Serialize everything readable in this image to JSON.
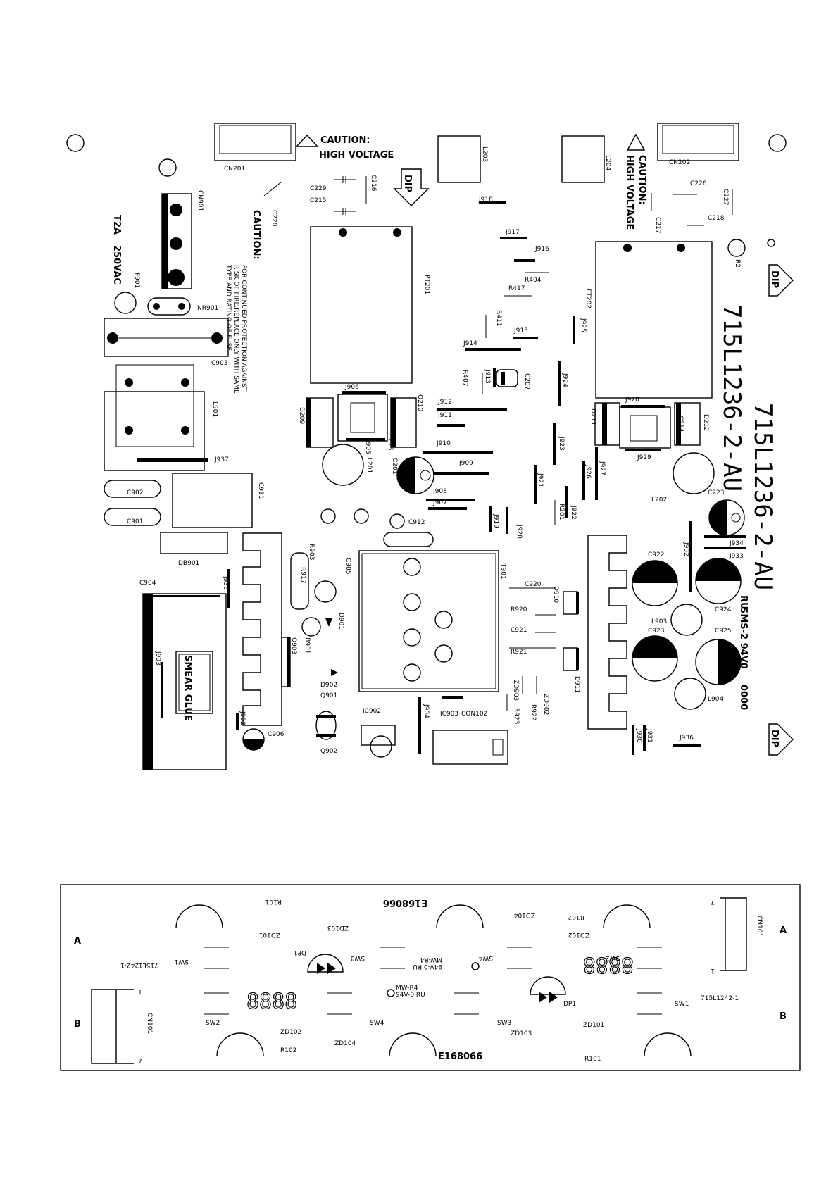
{
  "main_board": {
    "caution_left": [
      "CAUTION:",
      "HIGH VOLTAGE"
    ],
    "caution_right": [
      "CAUTION:",
      "HIGH VOLTAGE"
    ],
    "fuse_note_title": "CAUTION:",
    "fuse_note_lines": [
      "FOR CONTINUED PROTECTION AGAINST",
      "RISK OF FIRE,REPLACE ONLY WITH SAME",
      "TYPE AND RATING OF FUSE."
    ],
    "fuse_rating": [
      "T2A",
      "250VAC"
    ],
    "board_code_1": "715L1236-2-AU",
    "board_code_2": "715L1236-2-AU",
    "dip_marks": [
      "DIP",
      "DIP",
      "DIP"
    ],
    "smear_glue": "SMEAR GLUE",
    "cert_text": "SMS-2 94V0",
    "cert_prefix": "RU",
    "counter_text": "0000",
    "labels": [
      {
        "id": "cn201",
        "text": "CN201"
      },
      {
        "id": "cn202",
        "text": "CN202"
      },
      {
        "id": "l203",
        "text": "L203"
      },
      {
        "id": "l204",
        "text": "L204"
      },
      {
        "id": "c229",
        "text": "C229"
      },
      {
        "id": "c216",
        "text": "C216"
      },
      {
        "id": "c215",
        "text": "C215"
      },
      {
        "id": "c228",
        "text": "C228"
      },
      {
        "id": "c226",
        "text": "C226"
      },
      {
        "id": "c227",
        "text": "C227"
      },
      {
        "id": "c217",
        "text": "C217"
      },
      {
        "id": "c218",
        "text": "C218"
      },
      {
        "id": "j918",
        "text": "J918"
      },
      {
        "id": "j917",
        "text": "J917"
      },
      {
        "id": "j916",
        "text": "J916"
      },
      {
        "id": "r404",
        "text": "R404"
      },
      {
        "id": "r417",
        "text": "R417"
      },
      {
        "id": "r411",
        "text": "R411"
      },
      {
        "id": "j915",
        "text": "J915"
      },
      {
        "id": "j914",
        "text": "J914"
      },
      {
        "id": "r407",
        "text": "R407"
      },
      {
        "id": "j913",
        "text": "J913"
      },
      {
        "id": "c207",
        "text": "C207"
      },
      {
        "id": "pt201",
        "text": "PT201"
      },
      {
        "id": "pt202",
        "text": "PT202"
      },
      {
        "id": "j925",
        "text": "J925"
      },
      {
        "id": "j924",
        "text": "J924"
      },
      {
        "id": "r2",
        "text": "R2"
      },
      {
        "id": "cn901",
        "text": "CN901"
      },
      {
        "id": "f901",
        "text": "F901"
      },
      {
        "id": "nr901",
        "text": "NR901"
      },
      {
        "id": "c903",
        "text": "C903"
      },
      {
        "id": "l901",
        "text": "L901"
      },
      {
        "id": "j937",
        "text": "J937"
      },
      {
        "id": "c902",
        "text": "C902"
      },
      {
        "id": "c901",
        "text": "C901"
      },
      {
        "id": "c911",
        "text": "C911"
      },
      {
        "id": "db901",
        "text": "DB901"
      },
      {
        "id": "c904",
        "text": "C904"
      },
      {
        "id": "j935",
        "text": "J935"
      },
      {
        "id": "j903",
        "text": "J903"
      },
      {
        "id": "j902",
        "text": "J902"
      },
      {
        "id": "c906",
        "text": "C906"
      },
      {
        "id": "j906",
        "text": "J906"
      },
      {
        "id": "d209",
        "text": "D209"
      },
      {
        "id": "q210",
        "text": "Q210"
      },
      {
        "id": "c213",
        "text": "C213"
      },
      {
        "id": "j905",
        "text": "J905"
      },
      {
        "id": "l201",
        "text": "L201"
      },
      {
        "id": "c201",
        "text": "C201"
      },
      {
        "id": "j912",
        "text": "J912"
      },
      {
        "id": "j911",
        "text": "J911"
      },
      {
        "id": "j910",
        "text": "J910"
      },
      {
        "id": "j909",
        "text": "J909"
      },
      {
        "id": "j908",
        "text": "J908"
      },
      {
        "id": "j907",
        "text": "J907"
      },
      {
        "id": "j919",
        "text": "J919"
      },
      {
        "id": "j920",
        "text": "J920"
      },
      {
        "id": "j921",
        "text": "J921"
      },
      {
        "id": "j923",
        "text": "J923"
      },
      {
        "id": "j926",
        "text": "J926"
      },
      {
        "id": "j927",
        "text": "J927"
      },
      {
        "id": "r201",
        "text": "R201"
      },
      {
        "id": "j922",
        "text": "J922"
      },
      {
        "id": "j928",
        "text": "J928"
      },
      {
        "id": "d211",
        "text": "D211"
      },
      {
        "id": "d212",
        "text": "D212"
      },
      {
        "id": "c214",
        "text": "C214"
      },
      {
        "id": "j929",
        "text": "J929"
      },
      {
        "id": "l202",
        "text": "L202"
      },
      {
        "id": "c223",
        "text": "C223"
      },
      {
        "id": "j934",
        "text": "J934"
      },
      {
        "id": "j933",
        "text": "J933"
      },
      {
        "id": "j932",
        "text": "J932"
      },
      {
        "id": "c922",
        "text": "C922"
      },
      {
        "id": "c924",
        "text": "C924"
      },
      {
        "id": "l903",
        "text": "L903"
      },
      {
        "id": "c923",
        "text": "C923"
      },
      {
        "id": "c925",
        "text": "C925"
      },
      {
        "id": "l904",
        "text": "L904"
      },
      {
        "id": "c912",
        "text": "C912"
      },
      {
        "id": "r903",
        "text": "R903"
      },
      {
        "id": "c905",
        "text": "C905"
      },
      {
        "id": "r917",
        "text": "R917"
      },
      {
        "id": "d901",
        "text": "D901"
      },
      {
        "id": "fb901",
        "text": "FB901"
      },
      {
        "id": "q903",
        "text": "Q903"
      },
      {
        "id": "d902",
        "text": "D902"
      },
      {
        "id": "q901",
        "text": "Q901"
      },
      {
        "id": "q902",
        "text": "Q902"
      },
      {
        "id": "t901",
        "text": "T901"
      },
      {
        "id": "c920",
        "text": "C920"
      },
      {
        "id": "d910",
        "text": "D910"
      },
      {
        "id": "r920",
        "text": "R920"
      },
      {
        "id": "c921",
        "text": "C921"
      },
      {
        "id": "r921",
        "text": "R921"
      },
      {
        "id": "d911",
        "text": "D911"
      },
      {
        "id": "zd903",
        "text": "ZD903"
      },
      {
        "id": "r922",
        "text": "R922"
      },
      {
        "id": "zd902",
        "text": "ZD902"
      },
      {
        "id": "r923",
        "text": "R923"
      },
      {
        "id": "ic903",
        "text": "IC903"
      },
      {
        "id": "con102",
        "text": "CON102"
      },
      {
        "id": "ic902",
        "text": "IC902"
      },
      {
        "id": "j904",
        "text": "J904"
      },
      {
        "id": "j930",
        "text": "J930"
      },
      {
        "id": "j931",
        "text": "J931"
      },
      {
        "id": "j936",
        "text": "J936"
      }
    ]
  },
  "key_board": {
    "edge_a_left": "A",
    "edge_a_right": "A",
    "edge_b_left": "B",
    "edge_b_right": "B",
    "code_top": "E168066",
    "code_bottom": "E168066",
    "board_top": "715L1242-1",
    "board_bottom": "715L1242-1",
    "cert_top": [
      "MW-R4",
      "94V-0 RU"
    ],
    "cert_bottom": [
      "MW-R4",
      "94V-0 RU"
    ],
    "seg_top": "8888",
    "seg_bottom": "8888",
    "labels_top": [
      {
        "id": "r101t",
        "text": "R101"
      },
      {
        "id": "zd101t",
        "text": "ZD101"
      },
      {
        "id": "zd103t",
        "text": "ZD103"
      },
      {
        "id": "dp1t",
        "text": "DP1"
      },
      {
        "id": "zd104t",
        "text": "ZD104"
      },
      {
        "id": "r102t",
        "text": "R102"
      },
      {
        "id": "zd102t",
        "text": "ZD102"
      },
      {
        "id": "sw1t",
        "text": "SW1"
      },
      {
        "id": "sw3t",
        "text": "SW3"
      },
      {
        "id": "sw4t",
        "text": "SW4"
      },
      {
        "id": "sw2t",
        "text": "SW2"
      },
      {
        "id": "cn101t",
        "text": "CN101"
      }
    ],
    "labels_bottom": [
      {
        "id": "cn101b",
        "text": "CN101"
      },
      {
        "id": "sw2b",
        "text": "SW2"
      },
      {
        "id": "sw4b",
        "text": "SW4"
      },
      {
        "id": "sw3b",
        "text": "SW3"
      },
      {
        "id": "dp1b",
        "text": "DP1"
      },
      {
        "id": "sw1b",
        "text": "SW1"
      },
      {
        "id": "zd102b",
        "text": "ZD102"
      },
      {
        "id": "r102b",
        "text": "R102"
      },
      {
        "id": "zd104b",
        "text": "ZD104"
      },
      {
        "id": "zd103b",
        "text": "ZD103"
      },
      {
        "id": "zd101b",
        "text": "ZD101"
      },
      {
        "id": "r101b",
        "text": "R101"
      }
    ],
    "pin_1": "1",
    "pin_7": "7",
    "pin_1t": "1",
    "pin_7t": "7"
  }
}
